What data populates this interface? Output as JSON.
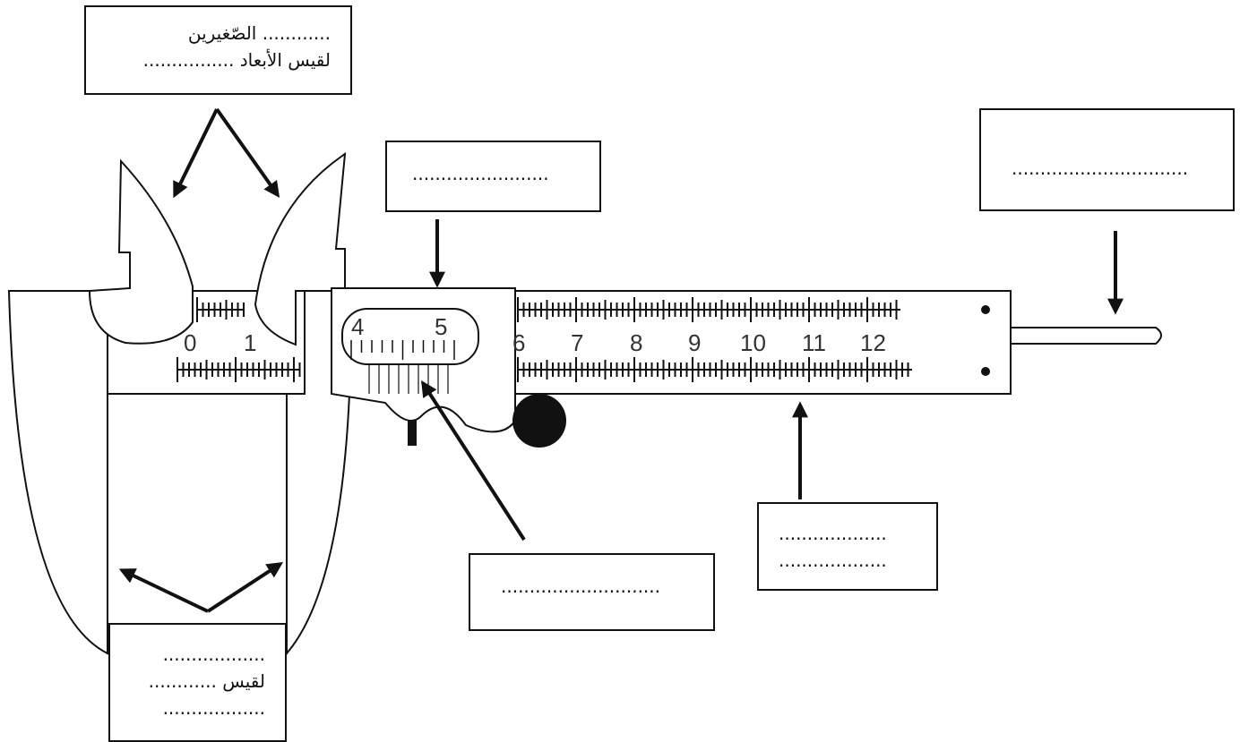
{
  "labels": {
    "outer_jaws": {
      "line1": "............ الصّغيرين",
      "line2": "لقيس الأبعاد ................"
    },
    "vernier_top": {
      "line1": "........................"
    },
    "depth_rod": {
      "line1": "..............................."
    },
    "vernier_scale": {
      "line1": "............................"
    },
    "main_scale": {
      "line1": "...................",
      "line2": "..................."
    },
    "inner_jaws": {
      "line1": "..................",
      "line2": "لقيس ............",
      "line3": ".................."
    }
  },
  "scale": {
    "main_numbers": [
      "0",
      "1",
      "6",
      "7",
      "8",
      "9",
      "10",
      "11",
      "12"
    ],
    "vernier_numbers": [
      "4",
      "5"
    ]
  },
  "colors": {
    "ink": "#111111",
    "scale_text": "#333333",
    "fill": "#ffffff"
  }
}
